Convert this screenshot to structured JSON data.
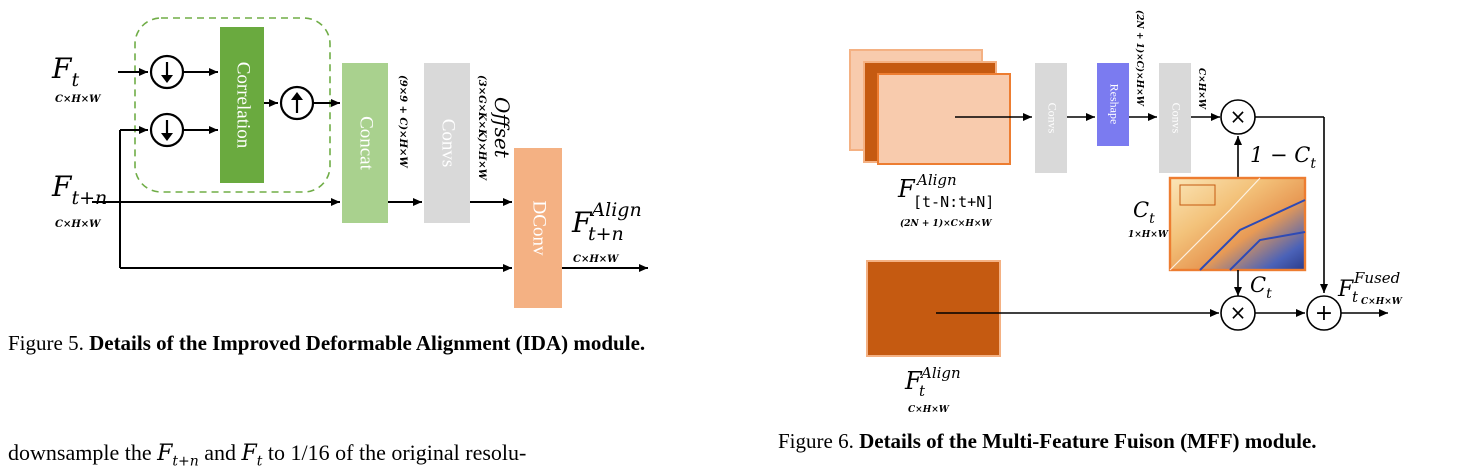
{
  "fig5": {
    "labels": {
      "ft": "F",
      "ft_sub": "t",
      "ft_dim": "C×H×W",
      "ftn": "F",
      "ftn_sub": "t+n",
      "ftn_dim": "C×H×W",
      "correlation": "Correlation",
      "concat": "Concat",
      "convs": "Convs",
      "dconv": "DConv",
      "concat_dim": "(9×9 + C)×H×W",
      "convs_dim": "(3×G×K×K)×H×W",
      "offset": "Offset",
      "out": "F",
      "out_sup": "Align",
      "out_sub": "t+n",
      "out_dim": "C×H×W"
    },
    "caption_prefix": "Figure 5. ",
    "caption_bold": "Details of the Improved Deformable Alignment (IDA) module."
  },
  "fig6": {
    "labels": {
      "stack": "F",
      "stack_sup": "Align",
      "stack_sub": "[t-N:t+N]",
      "stack_dim": "(2N + 1)×C×H×W",
      "convs1": "Convs",
      "reshape": "Reshape",
      "convs2": "Convs",
      "reshape_dim": "(2N + 1)×C)×H×W",
      "convs2_dim": "C×H×W",
      "times": "×",
      "one_minus": "1 − C",
      "one_minus_sub": "t",
      "ct": "C",
      "ct_sub": "t",
      "ct_dim": "1×H×W",
      "ct2": "C",
      "ct2_sub": "t",
      "plus": "+",
      "fused": "F",
      "fused_sup": "Fused",
      "fused_sub": "t",
      "fused_dim": "C×H×W",
      "bottom": "F",
      "bottom_sup": "Align",
      "bottom_sub": "t",
      "bottom_dim": "C×H×W"
    },
    "caption_prefix": "Figure 6. ",
    "caption_bold": "Details of the Multi-Feature Fuison (MFF) module."
  },
  "body_text": {
    "prefix": "downsample the ",
    "f1": "F",
    "f1_sub": "t+n",
    "mid": " and ",
    "f2": "F",
    "f2_sub": "t",
    "suffix": " to 1/16 of the original resolu-"
  },
  "colors": {
    "green_dark": "#6aaa3f",
    "green_light": "#a9d18e",
    "grey": "#d9d9d9",
    "orange_light": "#f4b183",
    "orange_dark": "#c55a11",
    "orange_pale": "#f8cbad",
    "purple": "#7b7bf0",
    "dashed_green": "#70ad47"
  }
}
